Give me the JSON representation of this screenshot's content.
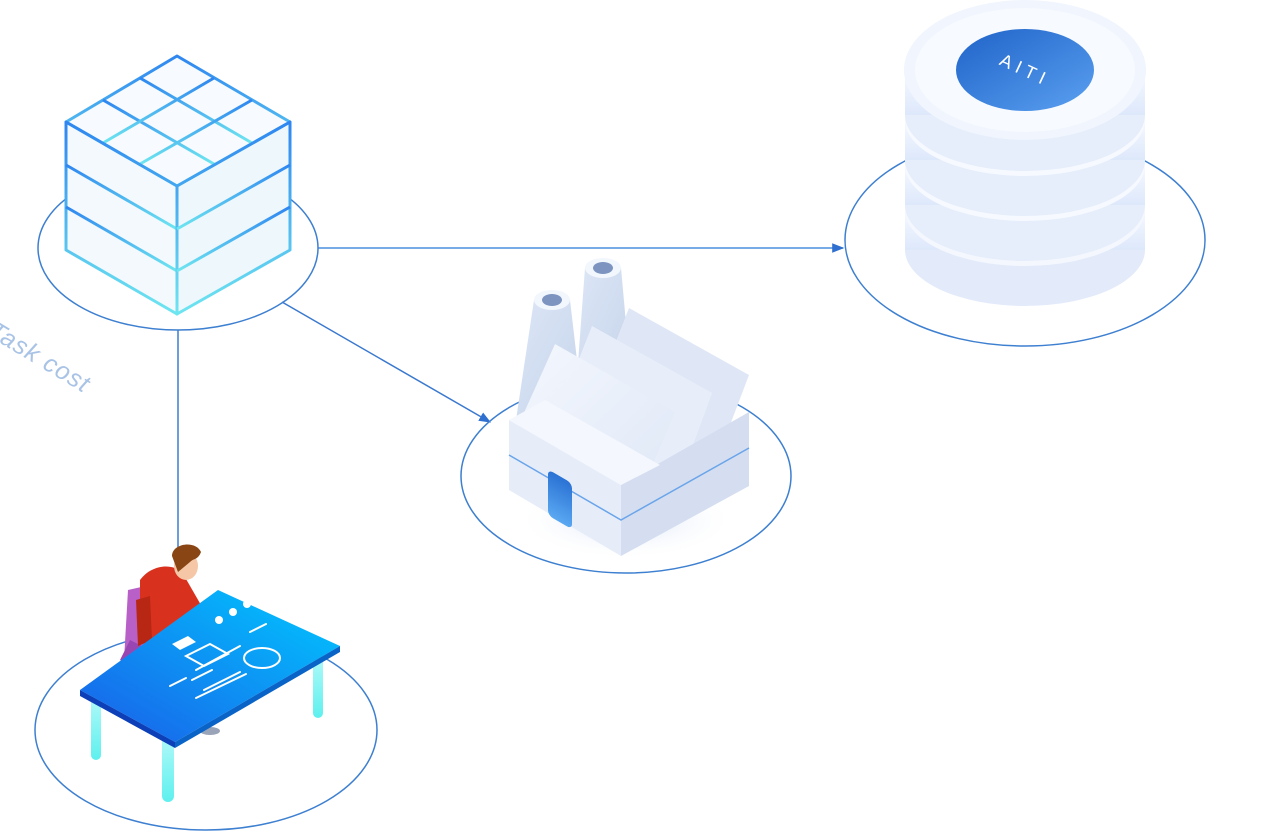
{
  "labels": {
    "task_cost": "Task cost",
    "db_logo": "AITI"
  },
  "nodes": [
    {
      "id": "cube",
      "icon": "cube-grid-icon"
    },
    {
      "id": "factory",
      "icon": "factory-icon"
    },
    {
      "id": "database",
      "icon": "database-stack-icon"
    },
    {
      "id": "worker",
      "icon": "person-at-desk-icon"
    }
  ],
  "edges": [
    {
      "from": "cube",
      "to": "database",
      "arrow": true
    },
    {
      "from": "cube",
      "to": "factory",
      "arrow": true
    },
    {
      "from": "cube",
      "to": "worker",
      "arrow": false
    }
  ],
  "colors": {
    "edge": "#4a8fe0",
    "ring": "#3d7fd0",
    "cube_top": "#2f86f0",
    "cube_bottom": "#6ee6f0",
    "factory_light": "#eaf1fb",
    "factory_dark": "#c3d2ea",
    "database_disc": "#edf3fd",
    "logo_blue": "#2a72d4",
    "desk_blue": "#1e7bf0",
    "desk_cyan": "#00c8ff",
    "leg_cyan": "#6ef4f4",
    "person_red": "#d8321f",
    "chair_purple": "#b860c8",
    "label": "#a9c3e6"
  }
}
